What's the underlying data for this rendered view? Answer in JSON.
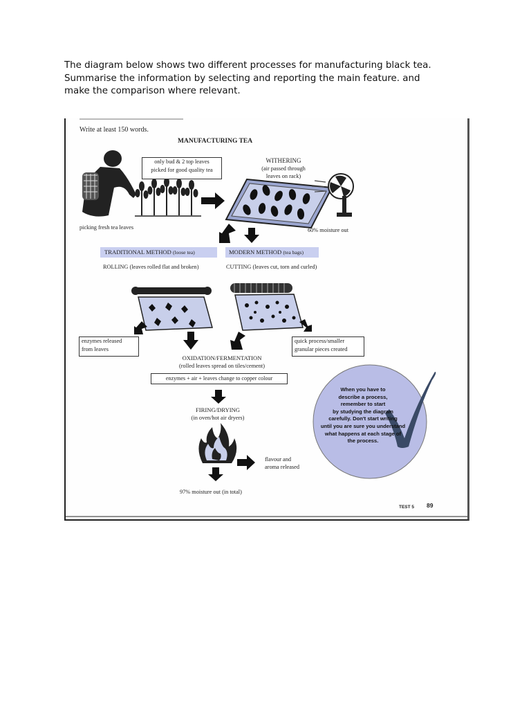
{
  "prompt": {
    "lines": [
      "The diagram below shows two different processes for manufacturing black tea.",
      "Summarise the information by selecting and reporting the main feature. and",
      "make the comparison where relevant."
    ]
  },
  "scan": {
    "instruction": "Write at least 150 words.",
    "title": "MANUFACTURING TEA",
    "picking": {
      "box_lines": [
        "only bud & 2 top leaves",
        "picked for good quality tea"
      ],
      "caption": "picking fresh tea leaves"
    },
    "withering": {
      "label_lines": [
        "WITHERING",
        "(air passed through",
        "leaves on rack)"
      ],
      "moisture": "60% moisture out"
    },
    "traditional": {
      "heading": "TRADITIONAL METHOD",
      "heading_note": "(loose tea)",
      "step": "ROLLING (leaves rolled flat and broken)"
    },
    "modern": {
      "heading": "MODERN METHOD",
      "heading_note": "(tea bags)",
      "step": "CUTTING (leaves cut, torn and curled)"
    },
    "enzymes_box_lines": [
      "enzymes released",
      "from leaves"
    ],
    "quick_box_lines": [
      "quick process/smaller",
      "granular pieces created"
    ],
    "oxidation": {
      "label_lines": [
        "OXIDATION/FERMENTATION",
        "(rolled leaves spread on tiles/cement)"
      ],
      "box": "enzymes + air + leaves change to copper colour"
    },
    "firing": {
      "label_lines": [
        "FIRING/DRYING",
        "(in oven/hot air dryers)"
      ],
      "output_lines": [
        "flavour and",
        "aroma released"
      ],
      "moisture": "97% moisture out (in total)"
    },
    "tip_lines": [
      "When you have to",
      "describe a process,",
      "remember to start",
      "by studying the diagram",
      "carefully. Don't start writing",
      "until you are sure you understand",
      "what happens at each stage of",
      "the process."
    ],
    "footer": {
      "test": "TEST 5",
      "page": "89"
    },
    "colors": {
      "highlight": "#c9cff0",
      "circle": "#b9bde6",
      "tick": "#3a4a66"
    }
  }
}
